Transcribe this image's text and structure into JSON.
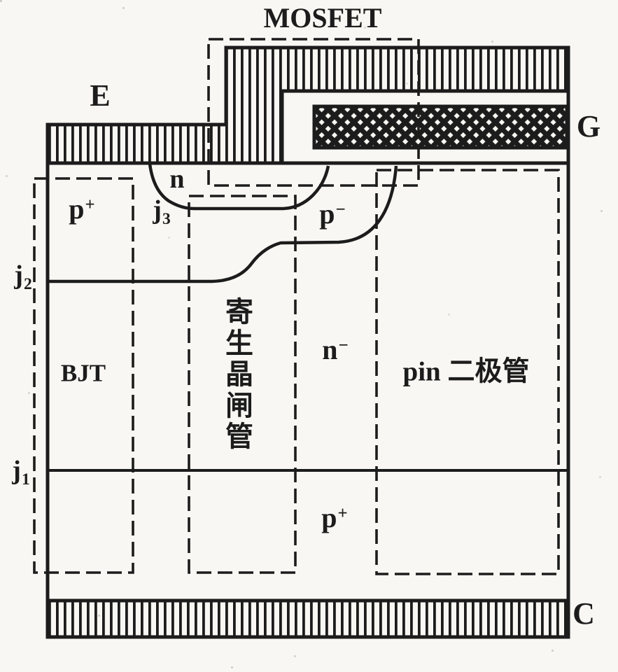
{
  "figure": {
    "description_labels": {
      "mosfet": "MOSFET",
      "bjt": "BJT",
      "parasitic_thyristor": "寄生晶闸管",
      "pin_diode": "pin 二极管"
    },
    "electrodes": {
      "emitter": "E",
      "gate": "G",
      "collector": "C"
    },
    "regions": {
      "n_source": "n",
      "p_plus_body": {
        "base": "p",
        "sup": "+"
      },
      "p_minus_base": {
        "base": "p",
        "sup": "−"
      },
      "n_minus_drift": {
        "base": "n",
        "sup": "−"
      },
      "p_plus_substrate": {
        "base": "p",
        "sup": "+"
      }
    },
    "junctions": {
      "j1": {
        "base": "j",
        "sub": "1"
      },
      "j2": {
        "base": "j",
        "sub": "2"
      },
      "j3": {
        "base": "j",
        "sub": "3"
      }
    },
    "colors": {
      "ink": "#1c1c1c",
      "paper": "#f8f7f3"
    }
  }
}
